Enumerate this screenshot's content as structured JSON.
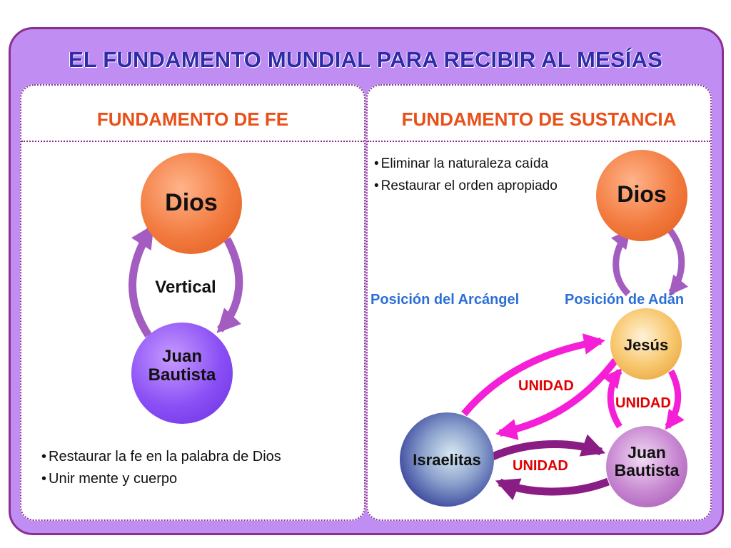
{
  "title": "EL FUNDAMENTO MUNDIAL PARA RECIBIR AL MESÍAS",
  "left": {
    "heading": "FUNDAMENTO DE FE",
    "top_node": "Dios",
    "relation_label": "Vertical",
    "bottom_node_line1": "Juan",
    "bottom_node_line2": "Bautista",
    "bullets": [
      "Restaurar la fe en la palabra de Dios",
      "Unir mente y cuerpo"
    ]
  },
  "right": {
    "heading": "FUNDAMENTO DE SUSTANCIA",
    "bullets": [
      "Eliminar la naturaleza caída",
      "Restaurar el orden apropiado"
    ],
    "top_node": "Dios",
    "archangel_position": "Posición del Arcángel",
    "adam_position": "Posición de Adán",
    "jesus_node": "Jesús",
    "israel_node": "Israelitas",
    "john_node_line1": "Juan",
    "john_node_line2": "Bautista",
    "unity_labels": [
      "UNIDAD",
      "UNIDAD",
      "UNIDAD"
    ]
  },
  "colors": {
    "background_frame": "#c08ef2",
    "frame_border": "#8a2f92",
    "title": "#2f2aa8",
    "heading": "#e8501a",
    "position_label": "#2b6fd6",
    "unity": "#e00000",
    "dios_circle": "#f27a3e",
    "juan_circle_left": "#7a3ef2",
    "jesus_circle": "#f2b24a",
    "israel_circle": "#3e4aa0",
    "juan_circle_right": "#a94fb7",
    "arrow_purple": "#a35cc0",
    "arrow_magenta": "#f51fd8",
    "arrow_dark": "#8a1d84"
  }
}
